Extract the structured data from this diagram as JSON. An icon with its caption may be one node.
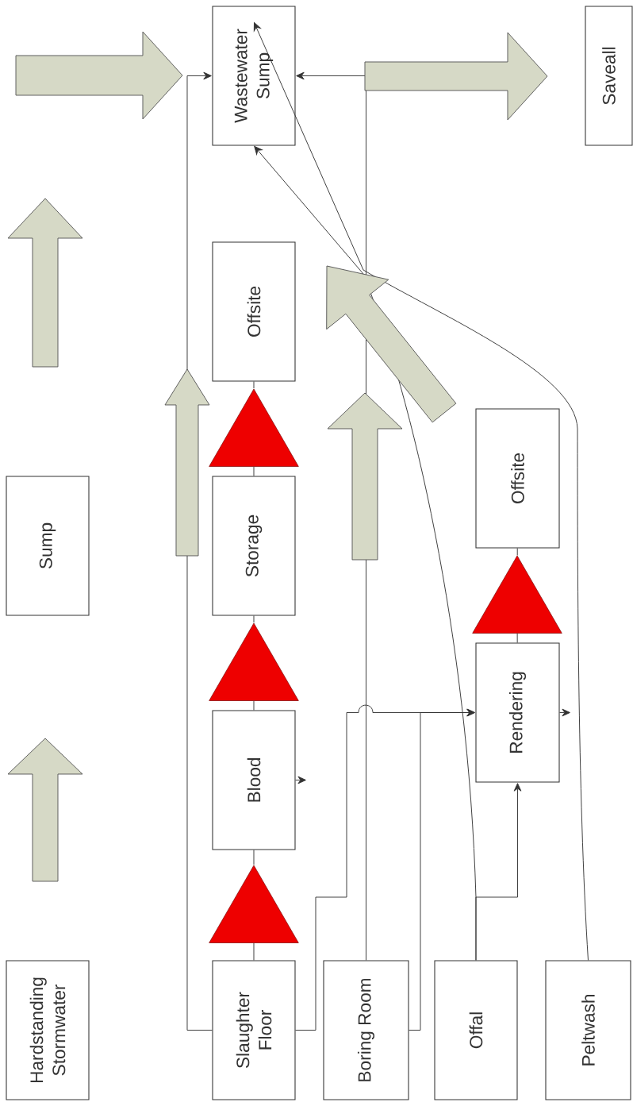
{
  "diagram": {
    "nodes": [
      {
        "text": [
          "Hardstanding Stormwater"
        ]
      },
      {
        "text": [
          "Sump"
        ]
      },
      {
        "text": [
          "Slaughter Floor"
        ]
      },
      {
        "text": [
          "Boring Room"
        ]
      },
      {
        "text": [
          "Offal"
        ]
      },
      {
        "text": [
          "Peltwash"
        ]
      },
      {
        "text": [
          "Blood"
        ]
      },
      {
        "text": [
          "Storage"
        ]
      },
      {
        "text": [
          "Offsite"
        ]
      },
      {
        "text": [
          "Wastewater Sump"
        ]
      },
      {
        "text": [
          "Rendering"
        ]
      },
      {
        "text": [
          "Offsite"
        ]
      },
      {
        "text": [
          "Saveall"
        ]
      },
      {
        "text": [],
        "shape": "triangle"
      },
      {
        "text": [],
        "shape": "triangle"
      },
      {
        "text": [],
        "shape": "triangle"
      },
      {
        "text": [],
        "shape": "triangle"
      }
    ],
    "edges": [
      {
        "from": 2,
        "to": 13,
        "arrow": "none"
      },
      {
        "from": 13,
        "to": 6,
        "arrow": "none"
      },
      {
        "from": 6,
        "to": 14,
        "arrow": "none"
      },
      {
        "from": 14,
        "to": 7,
        "arrow": "none"
      },
      {
        "from": 7,
        "to": 15,
        "arrow": "none"
      },
      {
        "from": 15,
        "to": 8,
        "arrow": "none"
      },
      {
        "from": 10,
        "to": 16,
        "arrow": "none"
      },
      {
        "from": 16,
        "to": 11,
        "arrow": "none"
      },
      {
        "from": 2,
        "to": 9,
        "arrow": "to"
      },
      {
        "from": 2,
        "to": 10,
        "arrow": "to"
      },
      {
        "from": 3,
        "to": 9,
        "arrow": "to"
      },
      {
        "from": 3,
        "to": 10,
        "arrow": "to"
      },
      {
        "from": 4,
        "to": 10,
        "arrow": "to"
      },
      {
        "from": 4,
        "to": 9,
        "arrow": "to"
      },
      {
        "from": 5,
        "to": 9,
        "arrow": "to"
      },
      {
        "from": 6,
        "to": null,
        "arrow": "to"
      },
      {
        "from": 10,
        "to": null,
        "arrow": "to"
      }
    ]
  }
}
